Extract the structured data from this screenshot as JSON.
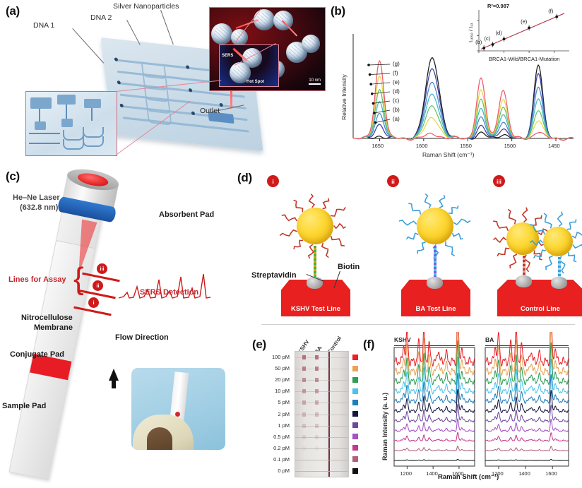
{
  "figure": {
    "panels": [
      "(a)",
      "(b)",
      "(c)",
      "(d)",
      "(e)",
      "(f)"
    ]
  },
  "panel_a": {
    "label": "(a)",
    "annotations": {
      "dna1": "DNA 1",
      "dna2": "DNA 2",
      "silver_nanoparticles": "Silver Nanoparticles",
      "outlet": "Outlet"
    },
    "sem_inset": {
      "sers": "SERS",
      "hot_spot": "Hot Spot",
      "scale_bar": "10 nm"
    }
  },
  "panel_b": {
    "label": "(b)",
    "curve_labels": [
      "(g)",
      "(f)",
      "(e)",
      "(d)",
      "(c)",
      "(b)",
      "(a)"
    ],
    "inset": {
      "r_squared": "R²=0.987",
      "xlabel": "BRCA1-Wild/BRCA1-Mutation",
      "ylabel": "I₁₆₅₀ / I₁⁥₃⁥",
      "point_labels": [
        "(b)",
        "(c)",
        "(d)",
        "(e)",
        "(f)"
      ]
    },
    "chart_data": {
      "type": "line",
      "title": "",
      "xlabel": "Raman Shift (cm⁻¹)",
      "ylabel": "Relative Intensity",
      "xticks": [
        1650,
        1600,
        1550,
        1500,
        1450
      ],
      "xlim": [
        1680,
        1430
      ],
      "axis_reversed": true,
      "grid": false,
      "legend_position": "inline-callout",
      "peak_positions": [
        1650,
        1590,
        1535,
        1510,
        1470
      ],
      "series": [
        {
          "name": "(a)",
          "color": "#1a1a1a",
          "peak_amplitudes": [
            0.03,
            0.95,
            0.06,
            0.05,
            0.88
          ]
        },
        {
          "name": "(b)",
          "color": "#3a3f98",
          "peak_amplitudes": [
            0.17,
            0.82,
            0.14,
            0.12,
            0.78
          ]
        },
        {
          "name": "(c)",
          "color": "#4b86c8",
          "peak_amplitudes": [
            0.3,
            0.66,
            0.24,
            0.2,
            0.62
          ]
        },
        {
          "name": "(d)",
          "color": "#3fb8c4",
          "peak_amplitudes": [
            0.44,
            0.52,
            0.34,
            0.29,
            0.48
          ]
        },
        {
          "name": "(e)",
          "color": "#63c36a",
          "peak_amplitudes": [
            0.58,
            0.38,
            0.45,
            0.38,
            0.34
          ]
        },
        {
          "name": "(f)",
          "color": "#e8d84a",
          "peak_amplitudes": [
            0.74,
            0.24,
            0.56,
            0.47,
            0.22
          ]
        },
        {
          "name": "(g)",
          "color": "#ef5b6b",
          "peak_amplitudes": [
            0.92,
            0.05,
            0.7,
            0.58,
            0.08
          ]
        }
      ],
      "inset_chart": {
        "type": "scatter",
        "x": [
          0.2,
          0.55,
          1.0,
          2.0,
          3.1
        ],
        "y": [
          0.18,
          0.42,
          0.78,
          1.52,
          2.25
        ],
        "fit_line": true,
        "fit_color": "#b33a4a"
      }
    }
  },
  "panel_c": {
    "label": "(c)",
    "annotations": {
      "laser": "He–Ne Laser",
      "laser_wavelength": "(632.8 nm)",
      "absorbent_pad": "Absorbent Pad",
      "lines_for_assay": "Lines for Assay",
      "sers_detection": "SERS Detection",
      "nitrocellulose": "Nitrocellulose",
      "membrane": "Membrane",
      "conjugate_pad": "Conjugate Pad",
      "sample_pad": "Sample Pad",
      "flow_direction": "Flow Direction"
    },
    "line_markers": [
      "i",
      "ii",
      "iii"
    ]
  },
  "panel_d": {
    "label": "(d)",
    "annotations": {
      "streptavidin": "Streptavidin",
      "biotin": "Biotin"
    },
    "subpanels": [
      {
        "marker": "i",
        "base_label": "KSHV Test Line",
        "dna_color": "#c0392b"
      },
      {
        "marker": "ii",
        "base_label": "BA Test Line",
        "dna_color": "#3d9fd8"
      },
      {
        "marker": "iii",
        "base_label": "Control Line",
        "dna_color": "#c0392b"
      }
    ]
  },
  "panel_e": {
    "label": "(e)",
    "columns": [
      "KSHV",
      "BA",
      "Control"
    ],
    "concentrations": [
      "100 pM",
      "50 pM",
      "20 pM",
      "10 pM",
      "5 pM",
      "2 pM",
      "1 pM",
      "0.5 pM",
      "0.2 pM",
      "0.1 pM",
      "0 pM"
    ]
  },
  "panel_f": {
    "label": "(f)",
    "subplot_titles": [
      "KSHV",
      "BA"
    ],
    "chart_data": {
      "type": "line",
      "title": "",
      "xlabel": "Raman Shift (cm⁻¹)",
      "ylabel": "Raman Intensity (a. u.)",
      "xticks": [
        1200,
        1400,
        1600
      ],
      "xlim": [
        1100,
        1720
      ],
      "grid": false,
      "stacked_offset": true,
      "peak_positions": [
        1175,
        1200,
        1290,
        1330,
        1370,
        1440,
        1500,
        1590,
        1620
      ],
      "series": [
        {
          "name": "100 pM",
          "color": "#e8222a",
          "scale": 1.0
        },
        {
          "name": "50 pM",
          "color": "#e8a355",
          "scale": 0.86
        },
        {
          "name": "20 pM",
          "color": "#2f9e55",
          "scale": 0.73
        },
        {
          "name": "10 pM",
          "color": "#4cc3e8",
          "scale": 0.61
        },
        {
          "name": "5 pM",
          "color": "#1f7fb8",
          "scale": 0.5
        },
        {
          "name": "2 pM",
          "color": "#17173f",
          "scale": 0.39
        },
        {
          "name": "1 pM",
          "color": "#6b4a9e",
          "scale": 0.3
        },
        {
          "name": "0.5 pM",
          "color": "#a652c4",
          "scale": 0.22
        },
        {
          "name": "0.2 pM",
          "color": "#c4398c",
          "scale": 0.15
        },
        {
          "name": "0.1 pM",
          "color": "#b0607a",
          "scale": 0.08
        },
        {
          "name": "0 pM",
          "color": "#111111",
          "scale": 0.02
        }
      ]
    },
    "legend_colors": [
      "#e8222a",
      "#e8a355",
      "#2f9e55",
      "#4cc3e8",
      "#1f7fb8",
      "#17173f",
      "#6b4a9e",
      "#a652c4",
      "#c4398c",
      "#b0607a",
      "#111111"
    ]
  }
}
